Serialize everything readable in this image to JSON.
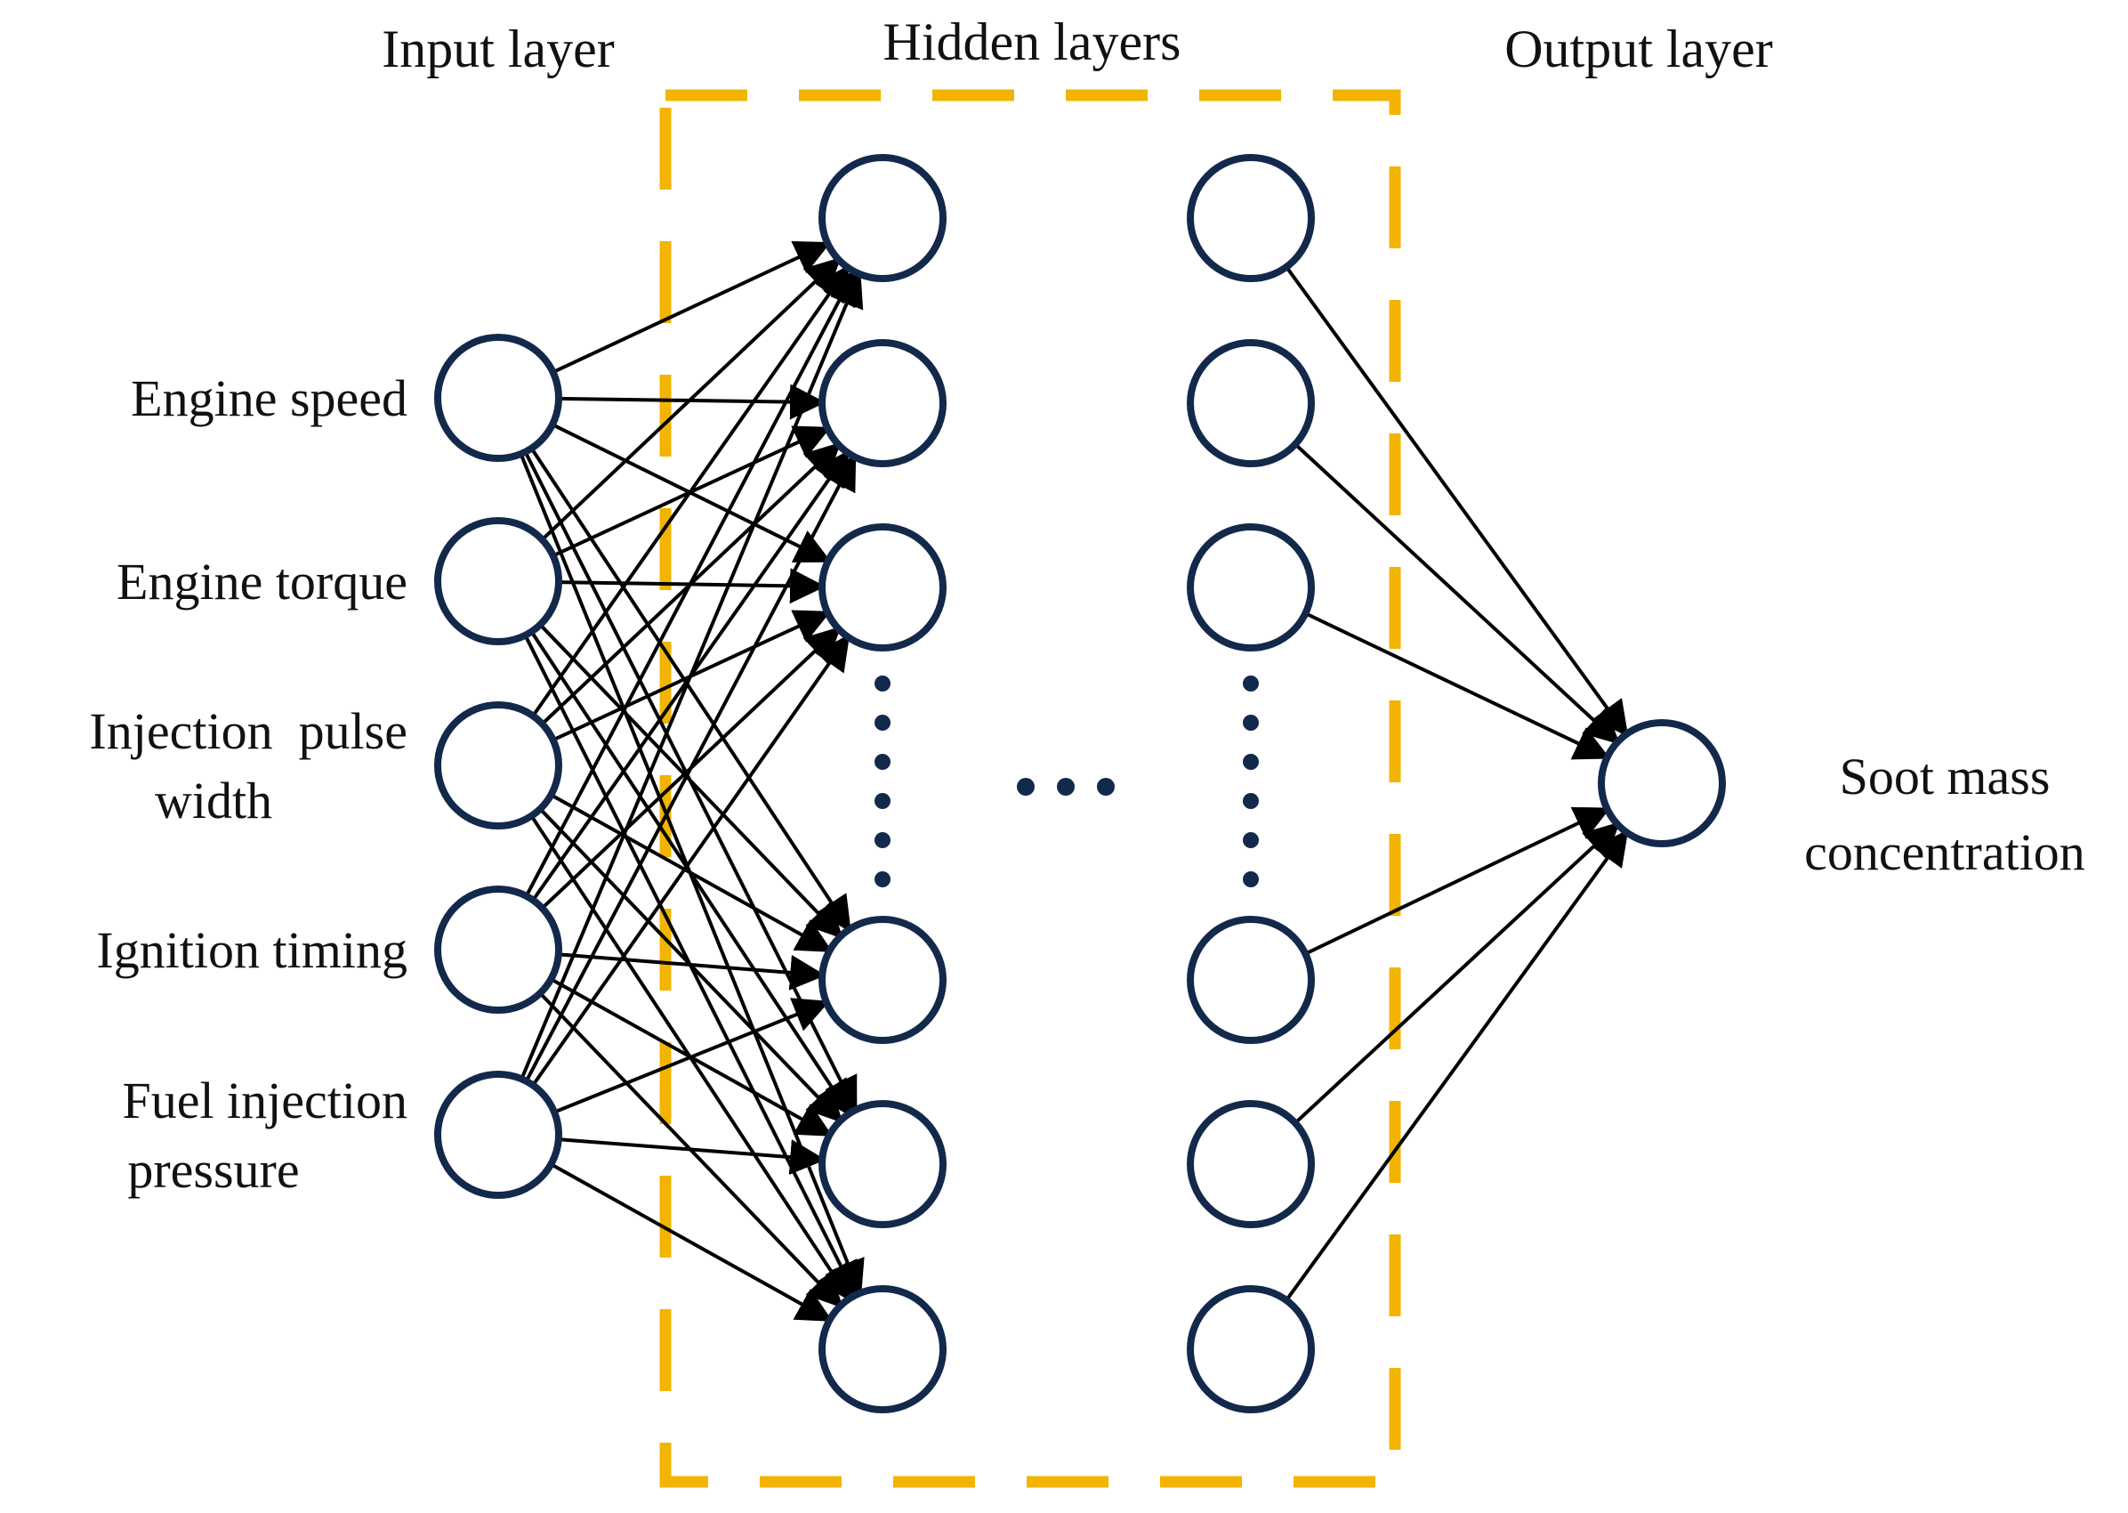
{
  "headers": {
    "input": "Input layer",
    "hidden": "Hidden layers",
    "output": "Output layer"
  },
  "inputs": [
    {
      "label_lines": [
        "Engine speed"
      ]
    },
    {
      "label_lines": [
        "Engine torque"
      ]
    },
    {
      "label_lines": [
        "Injection  pulse",
        "width"
      ]
    },
    {
      "label_lines": [
        "Ignition timing"
      ]
    },
    {
      "label_lines": [
        "Fuel injection",
        "pressure"
      ]
    }
  ],
  "output": {
    "label_lines": [
      "Soot mass",
      "concentration"
    ]
  },
  "colors": {
    "node_stroke": "#13294b",
    "edge": "#000000",
    "hidden_box": "#f2b400",
    "dots": "#13294b"
  }
}
